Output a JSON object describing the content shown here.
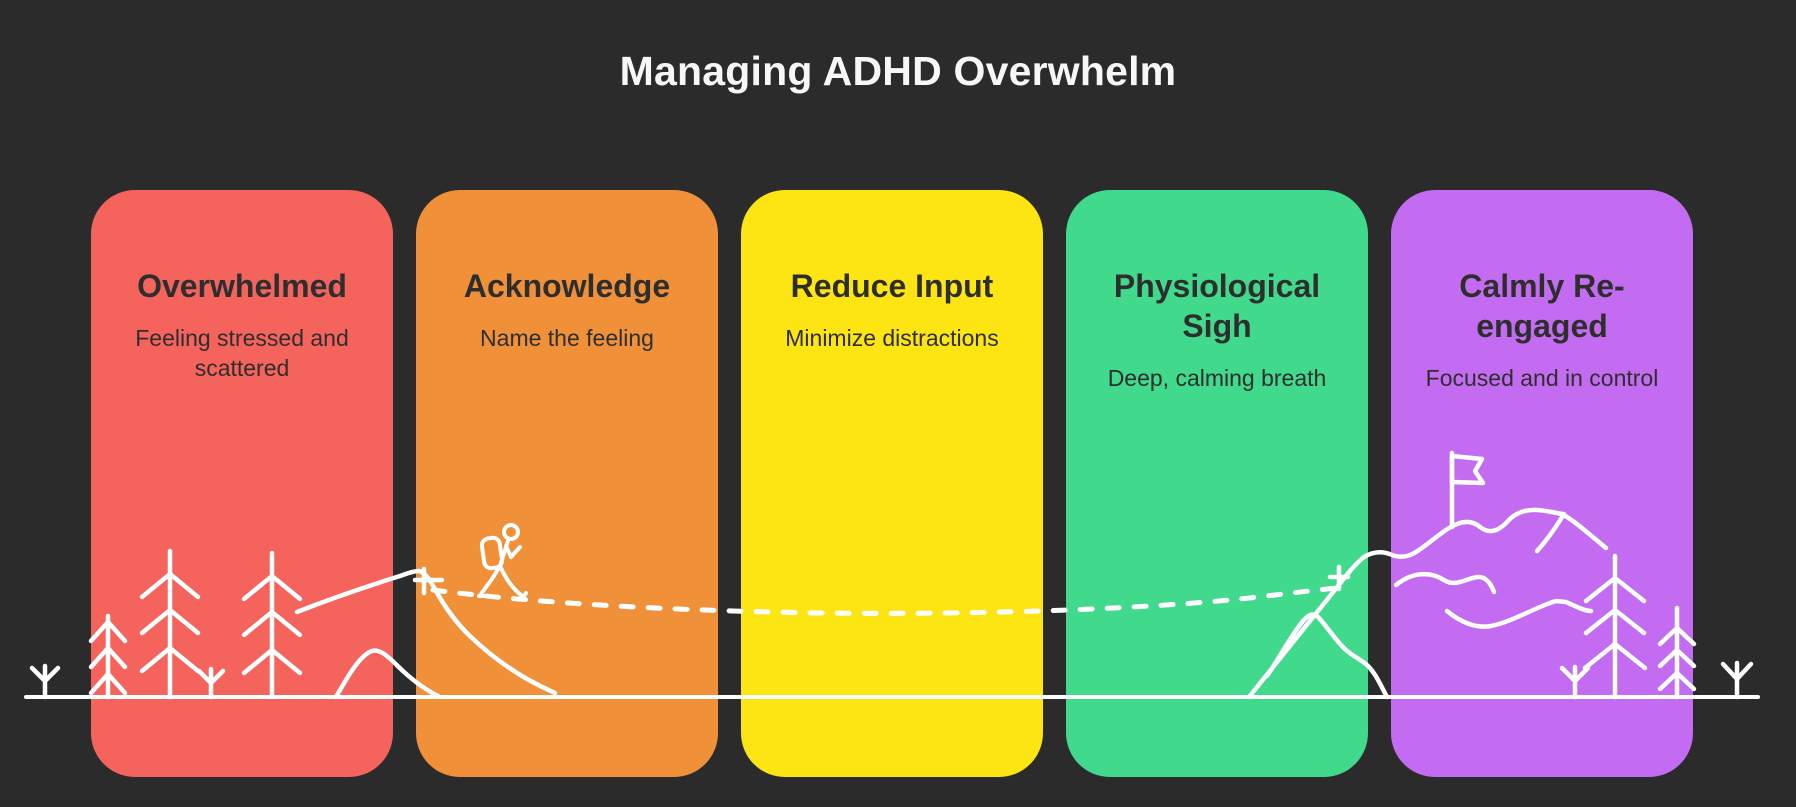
{
  "page": {
    "title": "Managing ADHD Overwhelm",
    "background": "#2B2B2B",
    "title_color": "#F7F7F7"
  },
  "palette": {
    "card_text": "#2E2E2E",
    "line_art": "#FFFFFF",
    "card_colors": [
      "#F5635D",
      "#F0913A",
      "#FDE514",
      "#41D98C",
      "#C46CF1"
    ]
  },
  "cards": [
    {
      "title": "Overwhelmed",
      "subtitle": "Feeling stressed and scattered",
      "color": "#F5635D"
    },
    {
      "title": "Acknowledge",
      "subtitle": "Name the feeling",
      "color": "#F0913A"
    },
    {
      "title": "Reduce Input",
      "subtitle": "Minimize distractions",
      "color": "#FDE514"
    },
    {
      "title": "Physiological Sigh",
      "subtitle": "Deep, calming breath",
      "color": "#41D98C"
    },
    {
      "title": "Calmly Re-engaged",
      "subtitle": "Focused and in control",
      "color": "#C46CF1"
    }
  ],
  "illustration": {
    "elements": [
      "ground-line",
      "sprout-far-left",
      "small-pine",
      "tall-pine-1",
      "sprout-mid",
      "tall-pine-2",
      "left-ridge",
      "left-foothill",
      "left-trail-marker",
      "hiker-with-backpack",
      "dashed-trail",
      "right-trail-marker",
      "mountain-main-slope",
      "mountain-ridge-branch",
      "mountain-foothill",
      "summit-flag",
      "ridge-wave-1",
      "ridge-wave-2",
      "sprout-purple",
      "tall-pine-purple",
      "small-pine-purple",
      "sprout-far-right"
    ]
  }
}
